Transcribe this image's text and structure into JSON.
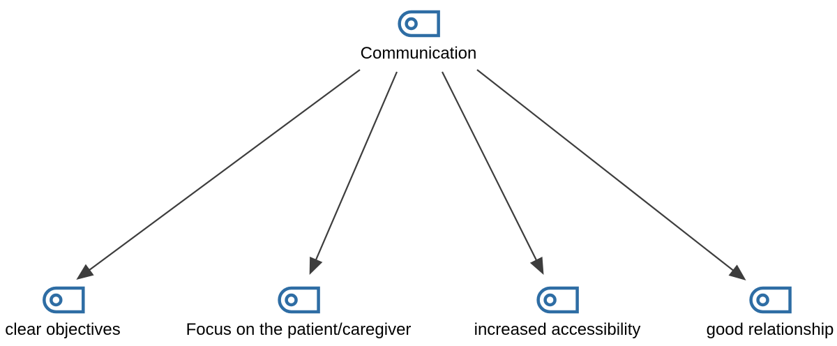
{
  "diagram": {
    "type": "concept-network",
    "root": {
      "label": "Communication",
      "icon": "code-tag-icon"
    },
    "children": [
      {
        "label": "clear objectives",
        "icon": "code-tag-icon"
      },
      {
        "label": "Focus on the patient/caregiver",
        "icon": "code-tag-icon"
      },
      {
        "label": "increased accessibility",
        "icon": "code-tag-icon"
      },
      {
        "label": "good relationship",
        "icon": "code-tag-icon"
      }
    ],
    "edges": [
      {
        "from": "Communication",
        "to": "clear objectives",
        "style": "arrow"
      },
      {
        "from": "Communication",
        "to": "Focus on the patient/caregiver",
        "style": "arrow"
      },
      {
        "from": "Communication",
        "to": "increased accessibility",
        "style": "arrow"
      },
      {
        "from": "Communication",
        "to": "good relationship",
        "style": "arrow"
      }
    ],
    "colors": {
      "node_icon": "#2e6da4",
      "edge": "#3d3d3d",
      "label": "#000000",
      "background": "#ffffff"
    }
  }
}
